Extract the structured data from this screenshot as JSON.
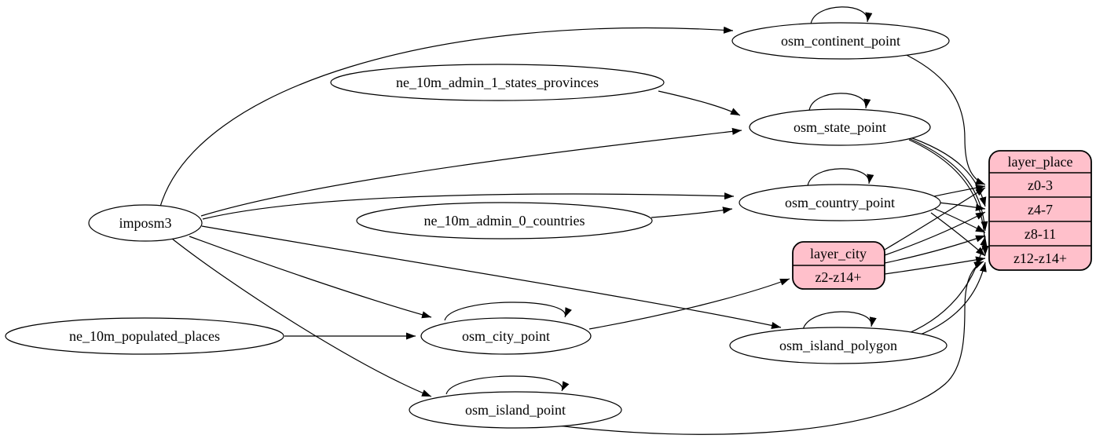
{
  "diagram": {
    "colors": {
      "background": "#ffffff",
      "node_fill": "#ffffff",
      "node_stroke": "#000000",
      "record_fill": "#ffc0cb",
      "edge": "#000000",
      "text": "#000000"
    },
    "nodes": {
      "imposm3": {
        "label": "imposm3"
      },
      "ne_10m_admin_1_states_provinces": {
        "label": "ne_10m_admin_1_states_provinces"
      },
      "ne_10m_admin_0_countries": {
        "label": "ne_10m_admin_0_countries"
      },
      "ne_10m_populated_places": {
        "label": "ne_10m_populated_places"
      },
      "osm_continent_point": {
        "label": "osm_continent_point"
      },
      "osm_state_point": {
        "label": "osm_state_point"
      },
      "osm_country_point": {
        "label": "osm_country_point"
      },
      "osm_city_point": {
        "label": "osm_city_point"
      },
      "osm_island_polygon": {
        "label": "osm_island_polygon"
      },
      "osm_island_point": {
        "label": "osm_island_point"
      }
    },
    "records": {
      "layer_place": {
        "title": "layer_place",
        "rows": [
          "z0-3",
          "z4-7",
          "z8-11",
          "z12-z14+"
        ]
      },
      "layer_city": {
        "title": "layer_city",
        "rows": [
          "z2-z14+"
        ]
      }
    },
    "edges": [
      {
        "from": "imposm3",
        "to": "osm_continent_point"
      },
      {
        "from": "imposm3",
        "to": "osm_state_point"
      },
      {
        "from": "imposm3",
        "to": "osm_country_point"
      },
      {
        "from": "imposm3",
        "to": "osm_city_point"
      },
      {
        "from": "imposm3",
        "to": "osm_island_polygon"
      },
      {
        "from": "imposm3",
        "to": "osm_island_point"
      },
      {
        "from": "ne_10m_admin_1_states_provinces",
        "to": "osm_state_point"
      },
      {
        "from": "ne_10m_admin_0_countries",
        "to": "osm_country_point"
      },
      {
        "from": "ne_10m_populated_places",
        "to": "osm_city_point"
      },
      {
        "from": "osm_continent_point",
        "to": "osm_continent_point"
      },
      {
        "from": "osm_state_point",
        "to": "osm_state_point"
      },
      {
        "from": "osm_country_point",
        "to": "osm_country_point"
      },
      {
        "from": "osm_city_point",
        "to": "osm_city_point"
      },
      {
        "from": "osm_island_polygon",
        "to": "osm_island_polygon"
      },
      {
        "from": "osm_island_point",
        "to": "osm_island_point"
      },
      {
        "from": "osm_continent_point",
        "to": "layer_place:z0-3"
      },
      {
        "from": "osm_state_point",
        "to": "layer_place:z4-7"
      },
      {
        "from": "osm_state_point",
        "to": "layer_place:z8-11"
      },
      {
        "from": "osm_state_point",
        "to": "layer_place:z12-z14+"
      },
      {
        "from": "osm_country_point",
        "to": "layer_place:z0-3"
      },
      {
        "from": "osm_country_point",
        "to": "layer_place:z4-7"
      },
      {
        "from": "osm_country_point",
        "to": "layer_place:z8-11"
      },
      {
        "from": "osm_country_point",
        "to": "layer_place:z12-z14+"
      },
      {
        "from": "layer_city:z2-z14+",
        "to": "layer_place:z0-3"
      },
      {
        "from": "layer_city:z2-z14+",
        "to": "layer_place:z4-7"
      },
      {
        "from": "layer_city:z2-z14+",
        "to": "layer_place:z8-11"
      },
      {
        "from": "layer_city:z2-z14+",
        "to": "layer_place:z12-z14+"
      },
      {
        "from": "osm_island_polygon",
        "to": "layer_place:z8-11"
      },
      {
        "from": "osm_island_polygon",
        "to": "layer_place:z12-z14+"
      },
      {
        "from": "osm_island_point",
        "to": "layer_place:z12-z14+"
      },
      {
        "from": "osm_city_point",
        "to": "layer_city:z2-z14+"
      }
    ]
  }
}
